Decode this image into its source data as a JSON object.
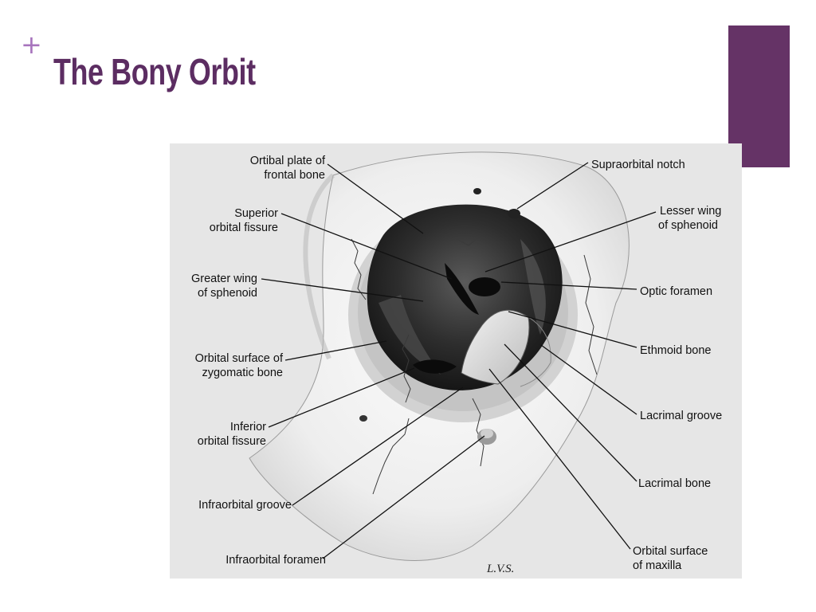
{
  "slide": {
    "bullet": "+",
    "title": "The Bony Orbit",
    "accent_color": "#653366",
    "bullet_color": "#a774bd"
  },
  "figure": {
    "labels": {
      "orbital_plate_of_frontal_bone": [
        "Ortibal plate of",
        "frontal bone"
      ],
      "superior_orbital_fissure": [
        "Superior",
        "orbital fissure"
      ],
      "greater_wing_of_sphenoid": [
        "Greater wing",
        "of sphenoid"
      ],
      "orbital_surface_of_zygomatic_bone": [
        "Orbital surface of",
        "zygomatic bone"
      ],
      "inferior_orbital_fissure": [
        "Inferior",
        "orbital fissure"
      ],
      "infraorbital_groove": "Infraorbital groove",
      "infraorbital_foramen": "Infraorbital foramen",
      "supraorbital_notch": "Supraorbital notch",
      "lesser_wing_of_sphenoid": [
        "Lesser wing",
        "of sphenoid"
      ],
      "optic_foramen": "Optic foramen",
      "ethmoid_bone": "Ethmoid bone",
      "lacrimal_groove": "Lacrimal groove",
      "lacrimal_bone": "Lacrimal bone",
      "orbital_surface_of_maxilla": [
        "Orbital surface",
        "of maxilla"
      ]
    },
    "signature": "L.V.S."
  }
}
